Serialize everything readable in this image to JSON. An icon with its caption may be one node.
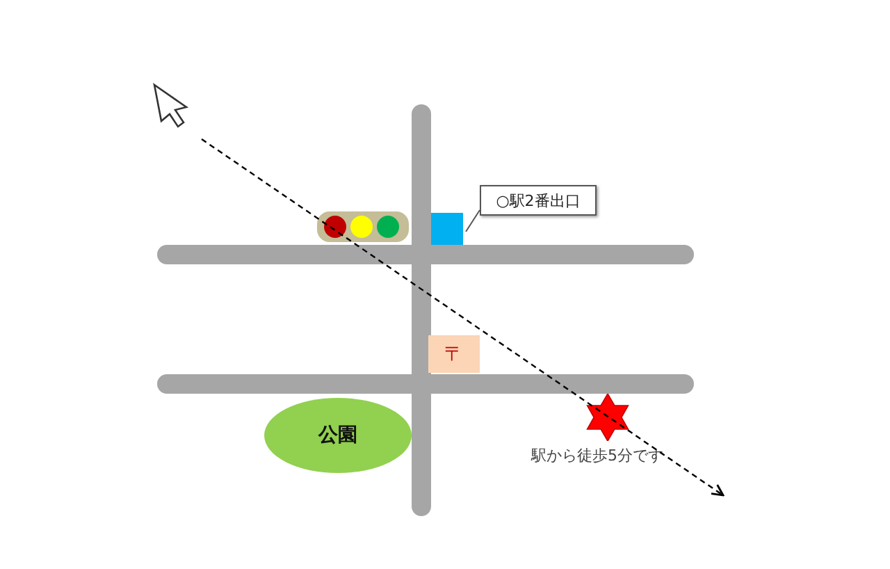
{
  "diagram": {
    "nodes": [
      {
        "text": [
          "○駅2番出口"
        ]
      },
      {
        "text": [],
        "shape": "box"
      },
      {
        "text": [
          "〒"
        ]
      },
      {
        "text": [
          "公園"
        ]
      },
      {
        "text": [],
        "shape": "star",
        "beside": [
          "駅から徒歩5分です"
        ]
      }
    ],
    "edges": [
      {
        "from": 0,
        "to": 1,
        "arrow": "none"
      }
    ]
  }
}
